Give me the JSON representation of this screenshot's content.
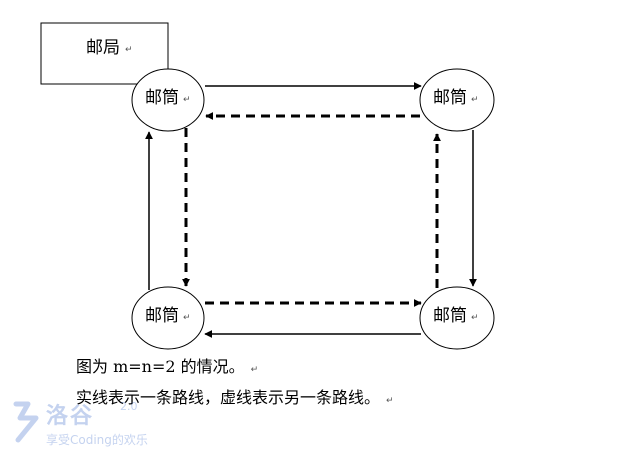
{
  "nodes": {
    "post_office": "邮局",
    "mailbox_tl": "邮筒",
    "mailbox_tr": "邮筒",
    "mailbox_bl": "邮筒",
    "mailbox_br": "邮筒"
  },
  "paragraph_mark": "↵",
  "captions": {
    "line1": "图为 m=n=2 的情况。",
    "line2": "实线表示一条路线，虚线表示另一条路线。"
  },
  "watermark": {
    "name": "洛谷",
    "version": "2.0",
    "slogan": "享受Coding的欢乐"
  },
  "colors": {
    "line": "#000000",
    "watermark": "#2f62c8"
  }
}
